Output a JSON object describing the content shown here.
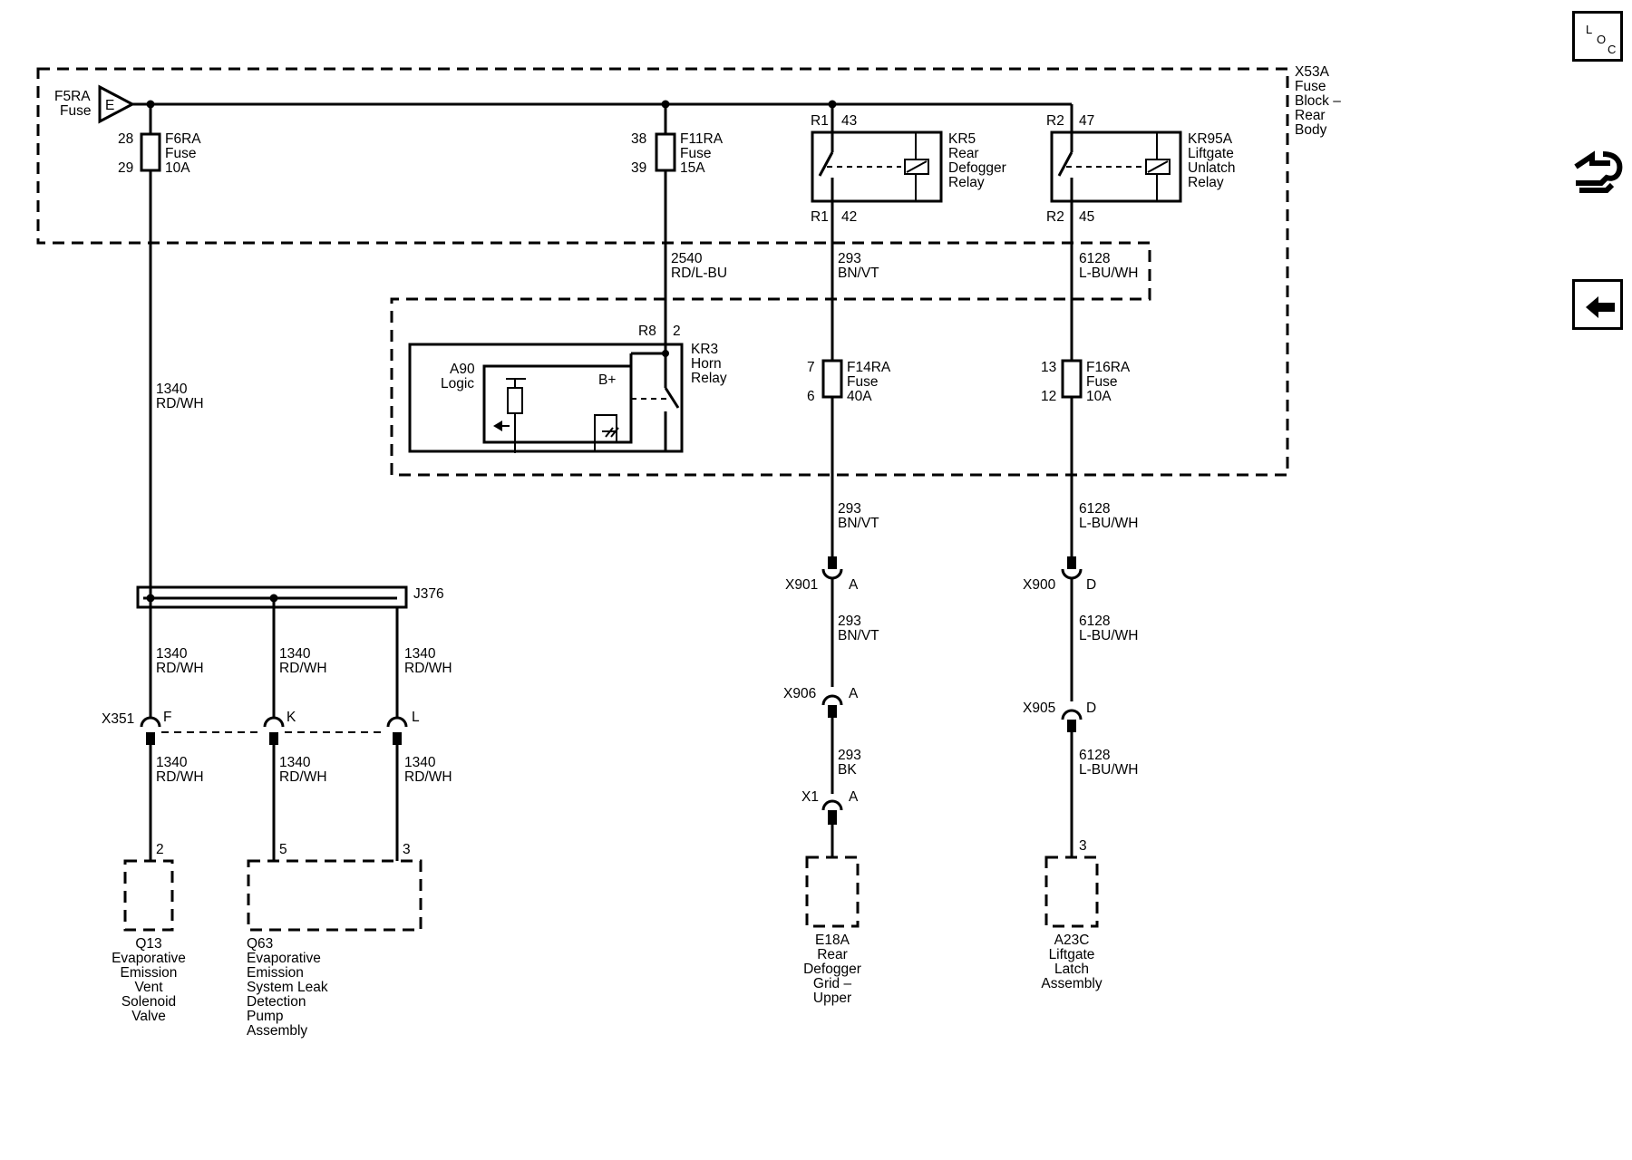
{
  "nav": {
    "loc_letters": [
      "L",
      "O",
      "C"
    ],
    "icons": [
      "location-icon",
      "connector-wrench-icon",
      "back-arrow-icon"
    ]
  },
  "fuse_block": {
    "id": "X53A",
    "label_lines": [
      "X53A",
      "Fuse",
      "Block –",
      "Rear",
      "Body"
    ],
    "feed": {
      "name_lines": [
        "F5RA",
        "Fuse"
      ],
      "terminal": "E"
    }
  },
  "fuses": [
    {
      "pins": [
        "28",
        "29"
      ],
      "lines": [
        "F6RA",
        "Fuse",
        "10A"
      ]
    },
    {
      "pins": [
        "38",
        "39"
      ],
      "lines": [
        "F11RA",
        "Fuse",
        "15A"
      ]
    },
    {
      "pins": [
        "7",
        "6"
      ],
      "lines": [
        "F14RA",
        "Fuse",
        "40A"
      ]
    },
    {
      "pins": [
        "13",
        "12"
      ],
      "lines": [
        "F16RA",
        "Fuse",
        "10A"
      ]
    }
  ],
  "relays": [
    {
      "top": [
        "R1",
        "43"
      ],
      "bottom": [
        "R1",
        "42"
      ],
      "lines": [
        "KR5",
        "Rear",
        "Defogger",
        "Relay"
      ]
    },
    {
      "top": [
        "R2",
        "47"
      ],
      "bottom": [
        "R2",
        "45"
      ],
      "lines": [
        "KR95A",
        "Liftgate",
        "Unlatch",
        "Relay"
      ]
    },
    {
      "top": [
        "R8",
        "2"
      ],
      "lines": [
        "KR3",
        "Horn",
        "Relay"
      ]
    }
  ],
  "horn_logic": {
    "lines": [
      "A90",
      "Logic"
    ],
    "bplus": "B+"
  },
  "wires": {
    "w1340": [
      "1340",
      "RD/WH"
    ],
    "w2540": [
      "2540",
      "RD/L-BU"
    ],
    "w293": [
      "293",
      "BN/VT"
    ],
    "w293bk": [
      "293",
      "BK"
    ],
    "w6128": [
      "6128",
      "L-BU/WH"
    ]
  },
  "splice": "J376",
  "connectors": {
    "x351": {
      "name": "X351",
      "pins": [
        "F",
        "K",
        "L"
      ]
    },
    "x901": {
      "name": "X901",
      "pin": "A"
    },
    "x906": {
      "name": "X906",
      "pin": "A"
    },
    "x1": {
      "name": "X1",
      "pin": "A"
    },
    "x900": {
      "name": "X900",
      "pin": "D"
    },
    "x905": {
      "name": "X905",
      "pin": "D"
    }
  },
  "components": [
    {
      "pin": "2",
      "lines": [
        "Q13",
        "Evaporative",
        "Emission",
        "Vent",
        "Solenoid",
        "Valve"
      ]
    },
    {
      "pins": [
        "5",
        "3"
      ],
      "lines": [
        "Q63",
        "Evaporative",
        "Emission",
        "System Leak",
        "Detection",
        "Pump",
        "Assembly"
      ]
    },
    {
      "lines": [
        "E18A",
        "Rear",
        "Defogger",
        "Grid –",
        "Upper"
      ]
    },
    {
      "pin": "3",
      "lines": [
        "A23C",
        "Liftgate",
        "Latch",
        "Assembly"
      ]
    }
  ]
}
